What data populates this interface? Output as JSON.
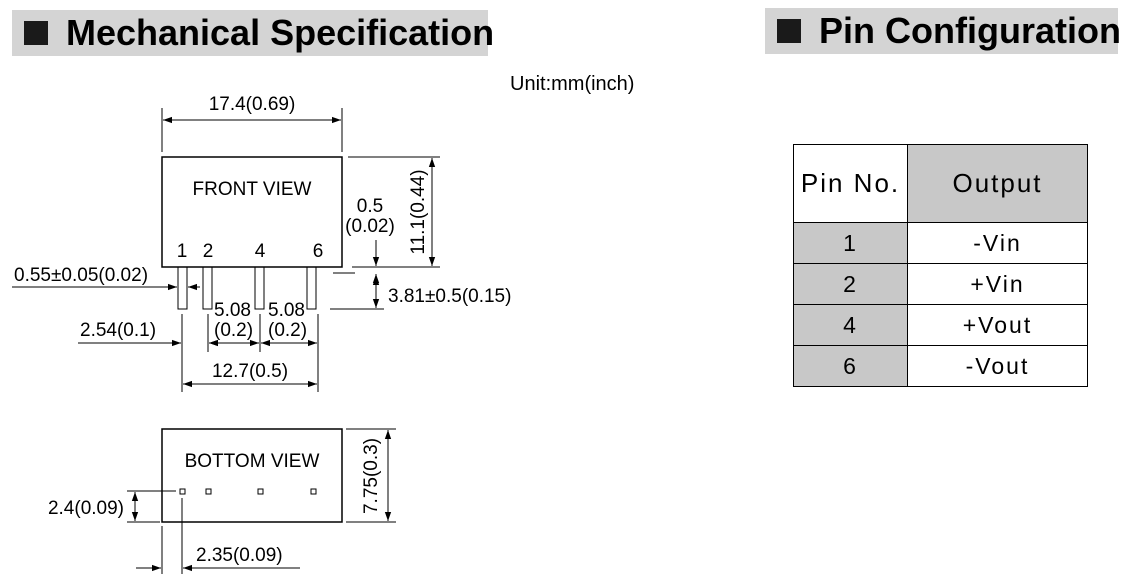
{
  "headers": {
    "mechanical": "Mechanical Specification",
    "pin": "Pin Configuration"
  },
  "unit": "Unit:mm(inch)",
  "front_view": {
    "label": "FRONT VIEW",
    "pin_numbers": [
      "1",
      "2",
      "4",
      "6"
    ],
    "dims": {
      "width": "17.4(0.69)",
      "height": "11.1(0.44)",
      "standoff_a": "0.5",
      "standoff_b": "(0.02)",
      "pin_width": "0.55±0.05(0.02)",
      "pin_length": "3.81±0.5(0.15)",
      "pitch_a": "2.54(0.1)",
      "pitch_b1": "5.08",
      "pitch_b2": "(0.2)",
      "pitch_c1": "5.08",
      "pitch_c2": "(0.2)",
      "span": "12.7(0.5)"
    }
  },
  "bottom_view": {
    "label": "BOTTOM VIEW",
    "dims": {
      "depth": "7.75(0.3)",
      "row_offset": "2.4(0.09)",
      "edge_offset": "2.35(0.09)"
    }
  },
  "pin_table": {
    "headers": [
      "Pin No.",
      "Output"
    ],
    "rows": [
      {
        "pin": "1",
        "output": "-Vin"
      },
      {
        "pin": "2",
        "output": "+Vin"
      },
      {
        "pin": "4",
        "output": "+Vout"
      },
      {
        "pin": "6",
        "output": "-Vout"
      }
    ]
  }
}
